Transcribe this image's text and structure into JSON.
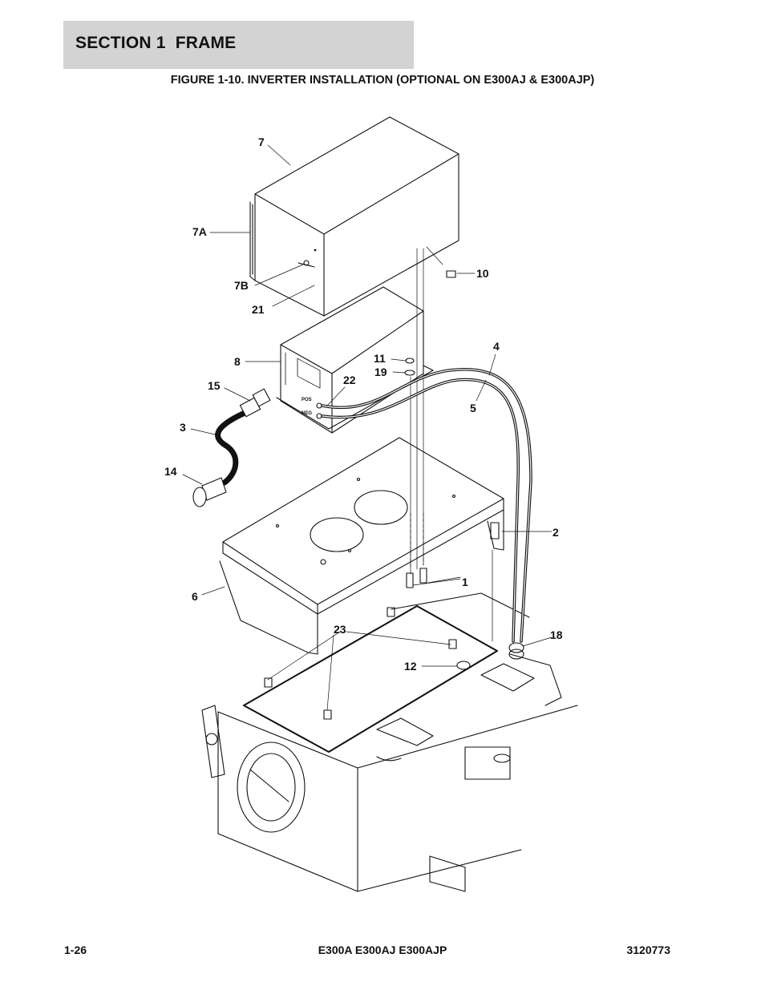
{
  "header": {
    "section_title": "SECTION 1  FRAME",
    "figure_title": "FIGURE 1-10. INVERTER INSTALLATION (OPTIONAL ON E300AJ & E300AJP)"
  },
  "callouts": {
    "c7": "7",
    "c7a": "7A",
    "c7b": "7B",
    "c21": "21",
    "c10": "10",
    "c8": "8",
    "c11": "11",
    "c19": "19",
    "c22": "22",
    "c4": "4",
    "c5": "5",
    "c15": "15",
    "c3": "3",
    "c14": "14",
    "c2": "2",
    "c1": "1",
    "c6": "6",
    "c23": "23",
    "c18": "18",
    "c12": "12"
  },
  "terminals": {
    "pos": "POS",
    "neg": "NEG"
  },
  "footer": {
    "page_number": "1-26",
    "models": "E300A E300AJ E300AJP",
    "doc_number": "3120773"
  }
}
